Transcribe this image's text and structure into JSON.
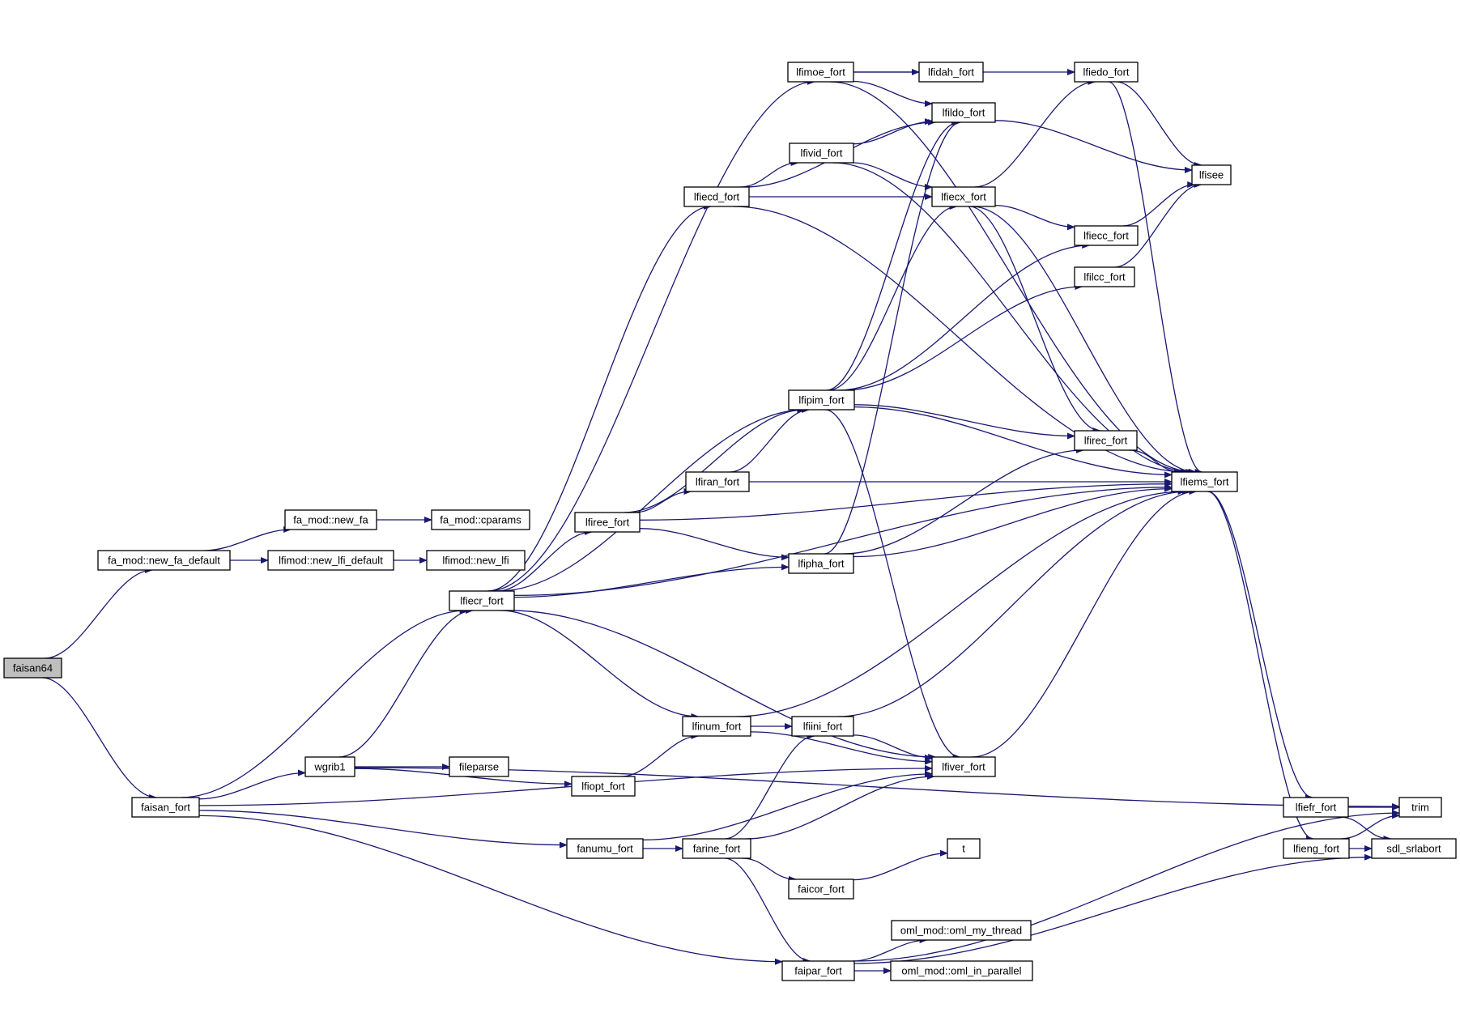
{
  "graph": {
    "edge_color": "#191970",
    "root_fill": "#bfbfbf",
    "node_fill": "#ffffff",
    "nodes": [
      {
        "id": "faisan64",
        "label": "faisan64",
        "root": true
      },
      {
        "id": "fa_new_fa_default",
        "label": "fa_mod::new_fa_default"
      },
      {
        "id": "fa_new_fa",
        "label": "fa_mod::new_fa"
      },
      {
        "id": "fa_cparams",
        "label": "fa_mod::cparams"
      },
      {
        "id": "lfimod_new_lfi_default",
        "label": "lfimod::new_lfi_default"
      },
      {
        "id": "lfimod_new_lfi",
        "label": "lfimod::new_lfi"
      },
      {
        "id": "faisan_fort",
        "label": "faisan_fort"
      },
      {
        "id": "wgrib1",
        "label": "wgrib1"
      },
      {
        "id": "fileparse",
        "label": "fileparse"
      },
      {
        "id": "lfiopt_fort",
        "label": "lfiopt_fort"
      },
      {
        "id": "lfiecr_fort",
        "label": "lfiecr_fort"
      },
      {
        "id": "lfiecd_fort",
        "label": "lfiecd_fort"
      },
      {
        "id": "lfimoe_fort",
        "label": "lfimoe_fort"
      },
      {
        "id": "lfidah_fort",
        "label": "lfidah_fort"
      },
      {
        "id": "lfiedo_fort",
        "label": "lfiedo_fort"
      },
      {
        "id": "lfildo_fort",
        "label": "lfildo_fort"
      },
      {
        "id": "lfivid_fort",
        "label": "lfivid_fort"
      },
      {
        "id": "lfiecx_fort",
        "label": "lfiecx_fort"
      },
      {
        "id": "lfisee",
        "label": "lfisee"
      },
      {
        "id": "lfiecc_fort",
        "label": "lfiecc_fort"
      },
      {
        "id": "lfilcc_fort",
        "label": "lfilcc_fort"
      },
      {
        "id": "lfipim_fort",
        "label": "lfipim_fort"
      },
      {
        "id": "lfirec_fort",
        "label": "lfirec_fort"
      },
      {
        "id": "lfiran_fort",
        "label": "lfiran_fort"
      },
      {
        "id": "lfiems_fort",
        "label": "lfiems_fort"
      },
      {
        "id": "lfiree_fort",
        "label": "lfiree_fort"
      },
      {
        "id": "lfipha_fort",
        "label": "lfipha_fort"
      },
      {
        "id": "lfinum_fort",
        "label": "lfinum_fort"
      },
      {
        "id": "lfiini_fort",
        "label": "lfiini_fort"
      },
      {
        "id": "lfiver_fort",
        "label": "lfiver_fort"
      },
      {
        "id": "fanumu_fort",
        "label": "fanumu_fort"
      },
      {
        "id": "farine_fort",
        "label": "farine_fort"
      },
      {
        "id": "faicor_fort",
        "label": "faicor_fort"
      },
      {
        "id": "t",
        "label": "t"
      },
      {
        "id": "faipar_fort",
        "label": "faipar_fort"
      },
      {
        "id": "oml_my_thread",
        "label": "oml_mod::oml_my_thread"
      },
      {
        "id": "oml_in_parallel",
        "label": "oml_mod::oml_in_parallel"
      },
      {
        "id": "lfiefr_fort",
        "label": "lfiefr_fort"
      },
      {
        "id": "lfieng_fort",
        "label": "lfieng_fort"
      },
      {
        "id": "trim",
        "label": "trim"
      },
      {
        "id": "sdl_srlabort",
        "label": "sdl_srlabort"
      }
    ],
    "edges": [
      [
        "faisan64",
        "fa_new_fa_default"
      ],
      [
        "faisan64",
        "faisan_fort"
      ],
      [
        "fa_new_fa_default",
        "fa_new_fa"
      ],
      [
        "fa_new_fa_default",
        "lfimod_new_lfi_default"
      ],
      [
        "fa_new_fa",
        "fa_cparams"
      ],
      [
        "lfimod_new_lfi_default",
        "lfimod_new_lfi"
      ],
      [
        "faisan_fort",
        "lfiecr_fort"
      ],
      [
        "faisan_fort",
        "wgrib1"
      ],
      [
        "faisan_fort",
        "fanumu_fort"
      ],
      [
        "faisan_fort",
        "lfiver_fort"
      ],
      [
        "faisan_fort",
        "faipar_fort"
      ],
      [
        "wgrib1",
        "lfiecr_fort"
      ],
      [
        "wgrib1",
        "fileparse"
      ],
      [
        "wgrib1",
        "lfiopt_fort"
      ],
      [
        "wgrib1",
        "trim"
      ],
      [
        "lfiopt_fort",
        "lfinum_fort"
      ],
      [
        "lfiecr_fort",
        "lfimoe_fort"
      ],
      [
        "lfiecr_fort",
        "lfiecd_fort"
      ],
      [
        "lfiecr_fort",
        "lfipim_fort"
      ],
      [
        "lfiecr_fort",
        "lfiree_fort"
      ],
      [
        "lfiecr_fort",
        "lfipha_fort"
      ],
      [
        "lfiecr_fort",
        "lfinum_fort"
      ],
      [
        "lfiecr_fort",
        "lfiver_fort"
      ],
      [
        "lfiecr_fort",
        "lfiems_fort"
      ],
      [
        "lfimoe_fort",
        "lfidah_fort"
      ],
      [
        "lfimoe_fort",
        "lfiedo_fort"
      ],
      [
        "lfimoe_fort",
        "lfildo_fort"
      ],
      [
        "lfimoe_fort",
        "lfiems_fort"
      ],
      [
        "lfiecd_fort",
        "lfildo_fort"
      ],
      [
        "lfiecd_fort",
        "lfivid_fort"
      ],
      [
        "lfiecd_fort",
        "lfiecx_fort"
      ],
      [
        "lfiecd_fort",
        "lfiems_fort"
      ],
      [
        "lfivid_fort",
        "lfildo_fort"
      ],
      [
        "lfivid_fort",
        "lfiecx_fort"
      ],
      [
        "lfivid_fort",
        "lfiems_fort"
      ],
      [
        "lfildo_fort",
        "lfisee"
      ],
      [
        "lfiedo_fort",
        "lfisee"
      ],
      [
        "lfiedo_fort",
        "lfiems_fort"
      ],
      [
        "lfiecx_fort",
        "lfiedo_fort"
      ],
      [
        "lfiecx_fort",
        "lfiecc_fort"
      ],
      [
        "lfiecx_fort",
        "lfirec_fort"
      ],
      [
        "lfiecx_fort",
        "lfiems_fort"
      ],
      [
        "lfiecc_fort",
        "lfisee"
      ],
      [
        "lfilcc_fort",
        "lfisee"
      ],
      [
        "lfipim_fort",
        "lfildo_fort"
      ],
      [
        "lfipim_fort",
        "lfiecx_fort"
      ],
      [
        "lfipim_fort",
        "lfiecc_fort"
      ],
      [
        "lfipim_fort",
        "lfilcc_fort"
      ],
      [
        "lfipim_fort",
        "lfirec_fort"
      ],
      [
        "lfipim_fort",
        "lfiems_fort"
      ],
      [
        "lfipim_fort",
        "lfiver_fort"
      ],
      [
        "lfiran_fort",
        "lfipim_fort"
      ],
      [
        "lfiran_fort",
        "lfiems_fort"
      ],
      [
        "lfiree_fort",
        "lfipim_fort"
      ],
      [
        "lfiree_fort",
        "lfiran_fort"
      ],
      [
        "lfiree_fort",
        "lfipha_fort"
      ],
      [
        "lfiree_fort",
        "lfiems_fort"
      ],
      [
        "lfipha_fort",
        "lfildo_fort"
      ],
      [
        "lfipha_fort",
        "lfirec_fort"
      ],
      [
        "lfipha_fort",
        "lfiems_fort"
      ],
      [
        "lfirec_fort",
        "lfiems_fort"
      ],
      [
        "lfinum_fort",
        "lfiini_fort"
      ],
      [
        "lfinum_fort",
        "lfiver_fort"
      ],
      [
        "lfinum_fort",
        "lfiems_fort"
      ],
      [
        "lfiini_fort",
        "lfiver_fort"
      ],
      [
        "lfiini_fort",
        "lfiems_fort"
      ],
      [
        "lfiver_fort",
        "lfiems_fort"
      ],
      [
        "fanumu_fort",
        "farine_fort"
      ],
      [
        "fanumu_fort",
        "lfiver_fort"
      ],
      [
        "farine_fort",
        "lfiini_fort"
      ],
      [
        "farine_fort",
        "lfiver_fort"
      ],
      [
        "farine_fort",
        "faicor_fort"
      ],
      [
        "farine_fort",
        "faipar_fort"
      ],
      [
        "faicor_fort",
        "t"
      ],
      [
        "faipar_fort",
        "trim"
      ],
      [
        "faipar_fort",
        "oml_my_thread"
      ],
      [
        "faipar_fort",
        "oml_in_parallel"
      ],
      [
        "faipar_fort",
        "sdl_srlabort"
      ],
      [
        "lfiems_fort",
        "lfiefr_fort"
      ],
      [
        "lfiems_fort",
        "lfieng_fort"
      ],
      [
        "lfiefr_fort",
        "trim"
      ],
      [
        "lfiefr_fort",
        "sdl_srlabort"
      ],
      [
        "lfieng_fort",
        "trim"
      ],
      [
        "lfieng_fort",
        "sdl_srlabort"
      ]
    ]
  }
}
